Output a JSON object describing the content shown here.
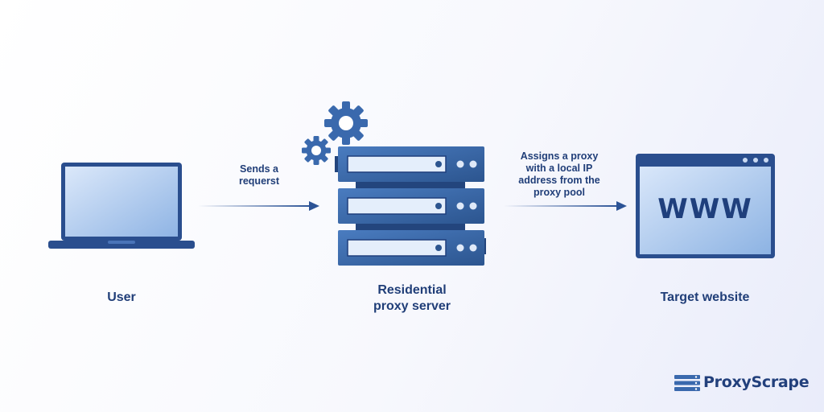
{
  "nodes": {
    "user": {
      "label": "User"
    },
    "server": {
      "label": "Residential\nproxy server"
    },
    "target": {
      "label": "Target website",
      "screen_text": "WWW"
    }
  },
  "edges": {
    "user_to_server": {
      "label": "Sends a\nrequerst"
    },
    "server_to_target": {
      "label": "Assigns a proxy\nwith a local IP\naddress from the\nproxy pool"
    }
  },
  "brand": {
    "name": "ProxyScrape"
  },
  "colors": {
    "navy": "#203e78",
    "mid_blue": "#3a69ad",
    "light_blue": "#cfe0f7",
    "background": "#f4f6fc"
  },
  "icons": [
    "laptop-icon",
    "server-rack-icon",
    "gear-icon",
    "browser-window-icon",
    "proxyscrape-logo-icon"
  ]
}
